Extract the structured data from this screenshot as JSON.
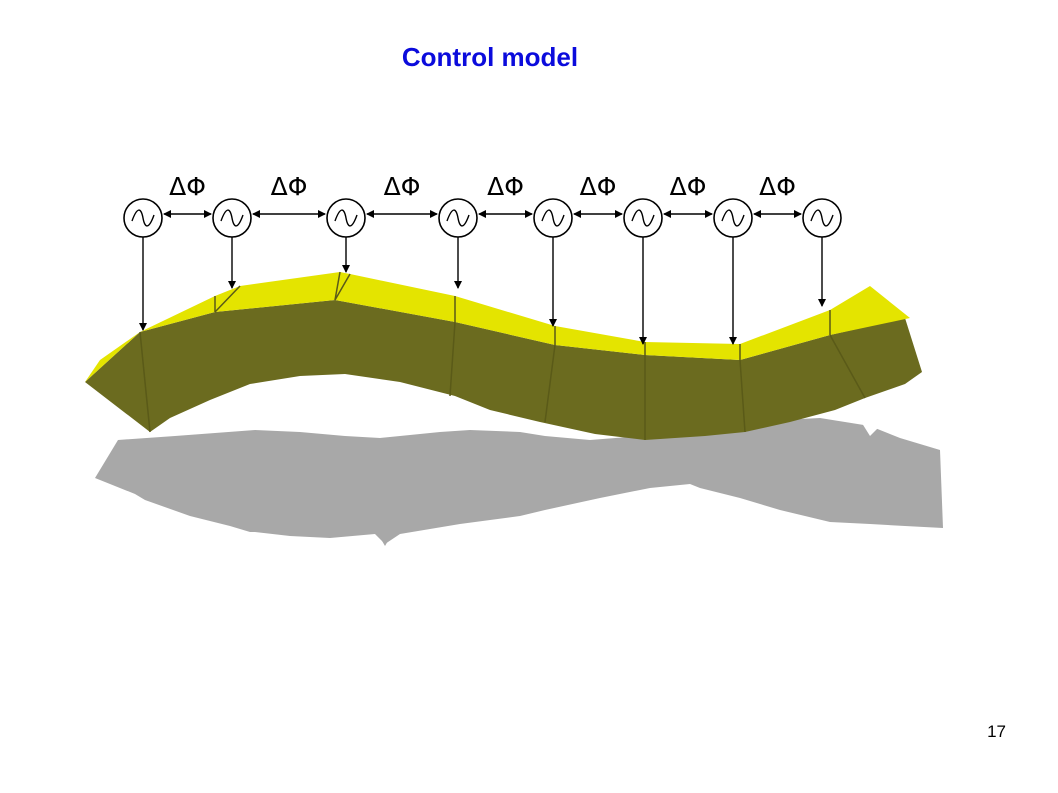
{
  "slide": {
    "title": "Control model",
    "page_number": "17"
  },
  "diagram": {
    "oscillator_count": 8,
    "phase_labels": [
      "ΔΦ",
      "ΔΦ",
      "ΔΦ",
      "ΔΦ",
      "ΔΦ",
      "ΔΦ",
      "ΔΦ"
    ],
    "oscillator_icon": "sine-wave-circle-icon",
    "colors": {
      "title": "#0b0bdc",
      "body_top": "#e4e400",
      "body_side": "#6b6b1f",
      "body_side_dark": "#5a5a18",
      "shadow": "#a8a8a8"
    }
  }
}
